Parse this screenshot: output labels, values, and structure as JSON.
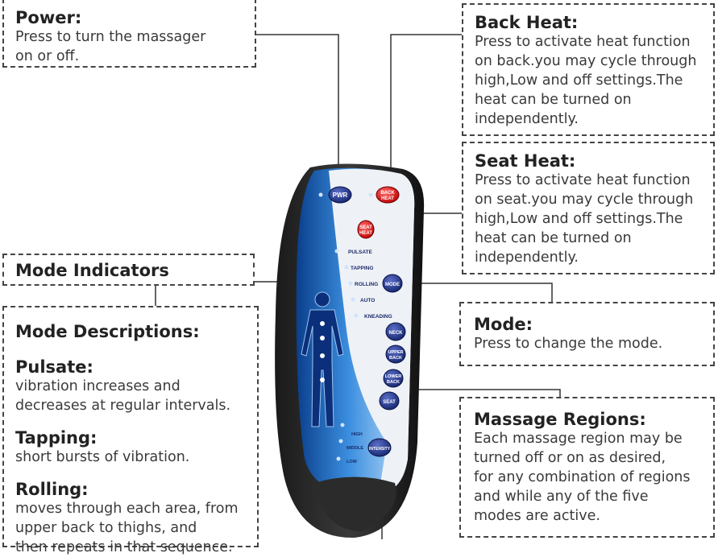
{
  "callouts": {
    "power": {
      "title": "Power:",
      "lines": [
        "Press to turn the massager",
        "on or off."
      ]
    },
    "back_heat": {
      "title": "Back Heat:",
      "lines": [
        "Press to activate heat function",
        "on back.you may cycle through",
        "high,Low and off settings.The",
        "heat can be turned on",
        "independently."
      ]
    },
    "seat_heat": {
      "title": "Seat Heat:",
      "lines": [
        "Press to activate heat function",
        "on seat.you may cycle through",
        "high,Low and off settings.The",
        "heat can be turned on",
        "independently."
      ]
    },
    "mode_indicators": {
      "title": "Mode Indicators"
    },
    "mode": {
      "title": "Mode:",
      "lines": [
        "Press to change the mode."
      ]
    },
    "mode_descriptions": {
      "title": "Mode Descriptions:",
      "pulsate_title": "Pulsate:",
      "pulsate_lines": [
        "vibration increases and",
        "decreases at regular intervals."
      ],
      "tapping_title": "Tapping:",
      "tapping_lines": [
        "short bursts of vibration."
      ],
      "rolling_title": "Rolling:",
      "rolling_lines": [
        "moves through each area, from",
        "upper back to thighs, and",
        "then repeats in that sequence."
      ]
    },
    "massage_regions": {
      "title": "Massage Regions:",
      "lines": [
        "Each massage region may be",
        "turned off or on as desired,",
        "for any combination of regions",
        "and while any of the five",
        "modes are active."
      ]
    }
  },
  "remote": {
    "buttons": {
      "pwr": "PWR",
      "back_heat": [
        "BACK",
        "HEAT"
      ],
      "seat_heat": [
        "SEAT",
        "HEAT"
      ],
      "mode": "MODE",
      "neck": "NECK",
      "upper_back": [
        "UPPER",
        "BACK"
      ],
      "lower_back": [
        "LOWER",
        "BACK"
      ],
      "seat": "SEAT",
      "intensity": "INTENSITY"
    },
    "mode_labels": [
      "PULSATE",
      "TAPPING",
      "ROLLING",
      "AUTO",
      "KNEADING"
    ],
    "intensity_labels": [
      "HIGH",
      "MIDDLE",
      "LOW"
    ]
  }
}
